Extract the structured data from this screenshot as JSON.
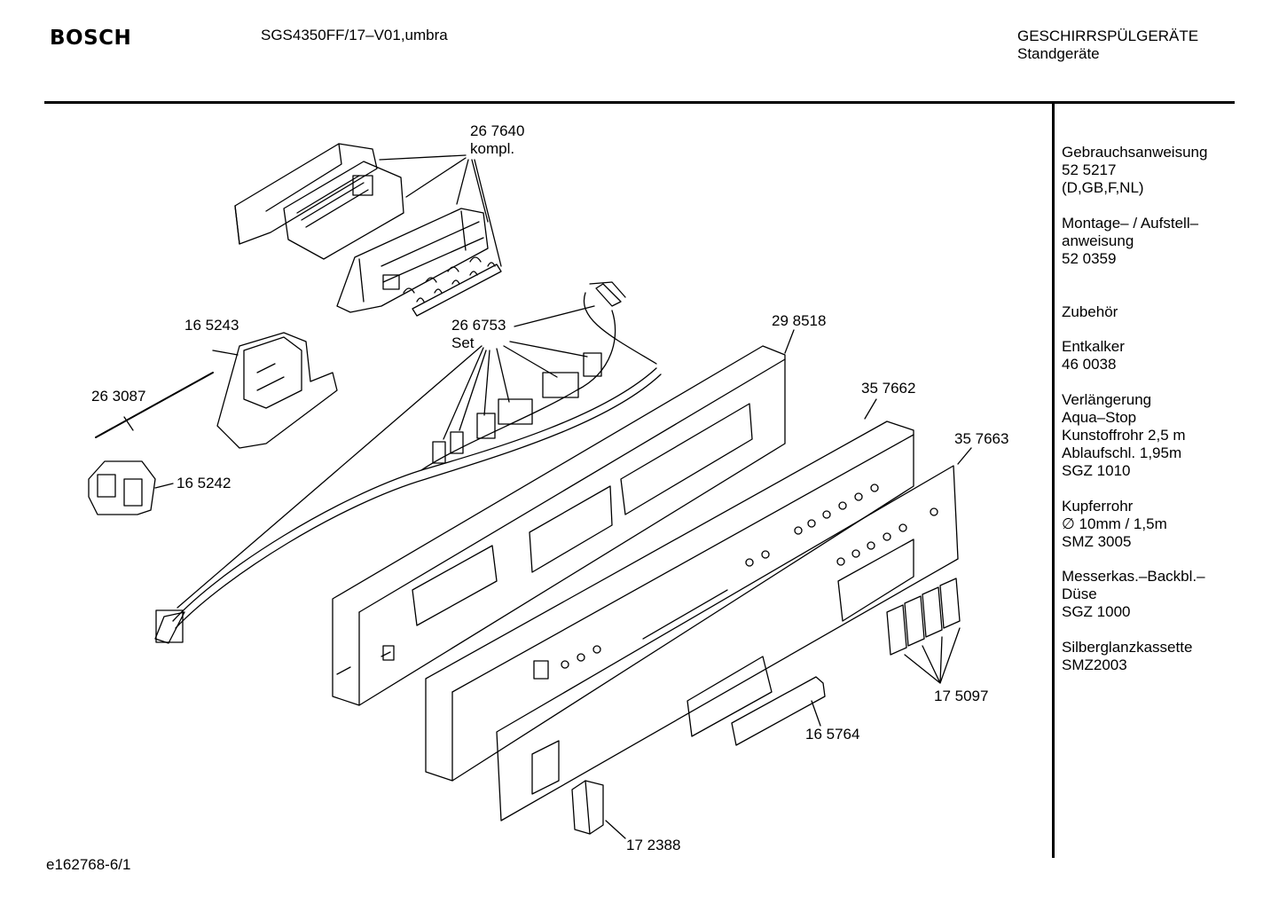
{
  "header": {
    "brand": "BOSCH",
    "model": "SGS4350FF/17–V01,umbra",
    "category_line1": "GESCHIRRSPÜLGERÄTE",
    "category_line2": "Standgeräte"
  },
  "footer": {
    "drawing_id": "e162768-6/1"
  },
  "sidebar": {
    "manual_title": "Gebrauchsanweisung",
    "manual_number": "52 5217",
    "manual_langs": "(D,GB,F,NL)",
    "install_line1": "Montage– / Aufstell–",
    "install_line2": "anweisung",
    "install_number": "52 0359",
    "accessories": "Zubehör",
    "descaler": "Entkalker",
    "descaler_number": "46 0038",
    "ext_title": "Verlängerung",
    "ext_line1": "Aqua–Stop",
    "ext_line2": "Kunstoffrohr 2,5 m",
    "ext_line3": "Ablaufschl. 1,95m",
    "ext_number": "SGZ 1010",
    "copper_title": "Kupferrohr",
    "copper_line1": "∅ 10mm / 1,5m",
    "copper_number": "SMZ 3005",
    "nozzle_line1": "Messerkas.–Backbl.–",
    "nozzle_line2": "Düse",
    "nozzle_number": "SGZ 1000",
    "rinse_title": "Silberglanzkassette",
    "rinse_number": "SMZ2003"
  },
  "parts": {
    "p267640": "26 7640",
    "p267640_note": "kompl.",
    "p266753": "26 6753",
    "p266753_note": "Set",
    "p165243": "16 5243",
    "p263087": "26 3087",
    "p165242": "16 5242",
    "p298518": "29 8518",
    "p357662": "35 7662",
    "p357663": "35 7663",
    "p175097": "17 5097",
    "p165764": "16 5764",
    "p172388": "17 2388"
  }
}
